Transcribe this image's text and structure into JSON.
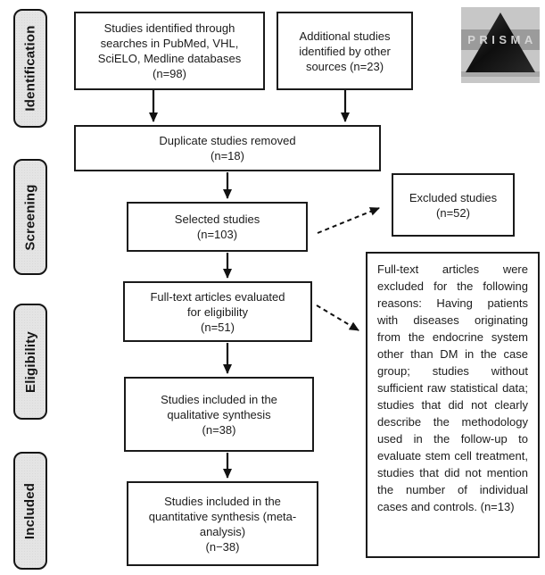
{
  "diagram": {
    "kind": "PRISMA flow diagram",
    "colors": {
      "background": "#ffffff",
      "box_border": "#1a1a1a",
      "box_fill": "#ffffff",
      "stage_fill": "#e4e4e4",
      "text": "#1c1c1c",
      "arrow": "#111111",
      "logo_background": "#c7c7c7",
      "logo_band": "#999999",
      "logo_triangle": "#141414",
      "logo_text": "#dcdcdc"
    },
    "stages": [
      {
        "label": "Identification"
      },
      {
        "label": "Screening"
      },
      {
        "label": "Eligibility"
      },
      {
        "label": "Included"
      }
    ],
    "boxes": {
      "identified": {
        "lines": [
          "Studies identified through",
          "searches in PubMed, VHL,",
          "SciELO, Medline databases",
          "(n=98)"
        ]
      },
      "additional": {
        "lines": [
          "Additional studies",
          "identified by other",
          "sources (n=23)"
        ]
      },
      "duplicates": {
        "lines": [
          "Duplicate studies removed",
          "(n=18)"
        ]
      },
      "selected": {
        "lines": [
          "Selected studies",
          "(n=103)"
        ]
      },
      "excluded": {
        "lines": [
          "Excluded studies",
          "(n=52)"
        ]
      },
      "fulltext": {
        "lines": [
          "Full-text articles evaluated",
          "for eligibility",
          "(n=51)"
        ]
      },
      "qualitative": {
        "lines": [
          "Studies included in the",
          "qualitative synthesis",
          "(n=38)"
        ]
      },
      "quantitative": {
        "lines": [
          "Studies included in the",
          "quantitative synthesis (meta-",
          "analysis)",
          "(n−38)"
        ]
      },
      "exclusion_reasons": {
        "text": "Full-text articles were excluded for the following reasons: Having patients with diseases originating from the endocrine system other than DM in the case group; studies without sufficient raw statistical data; studies that did not clearly describe the methodology used in the follow-up to evaluate stem cell treatment, studies that did not mention the number of individual cases and controls. (n=13)"
      }
    },
    "logo": {
      "label": "PRISMA"
    }
  }
}
